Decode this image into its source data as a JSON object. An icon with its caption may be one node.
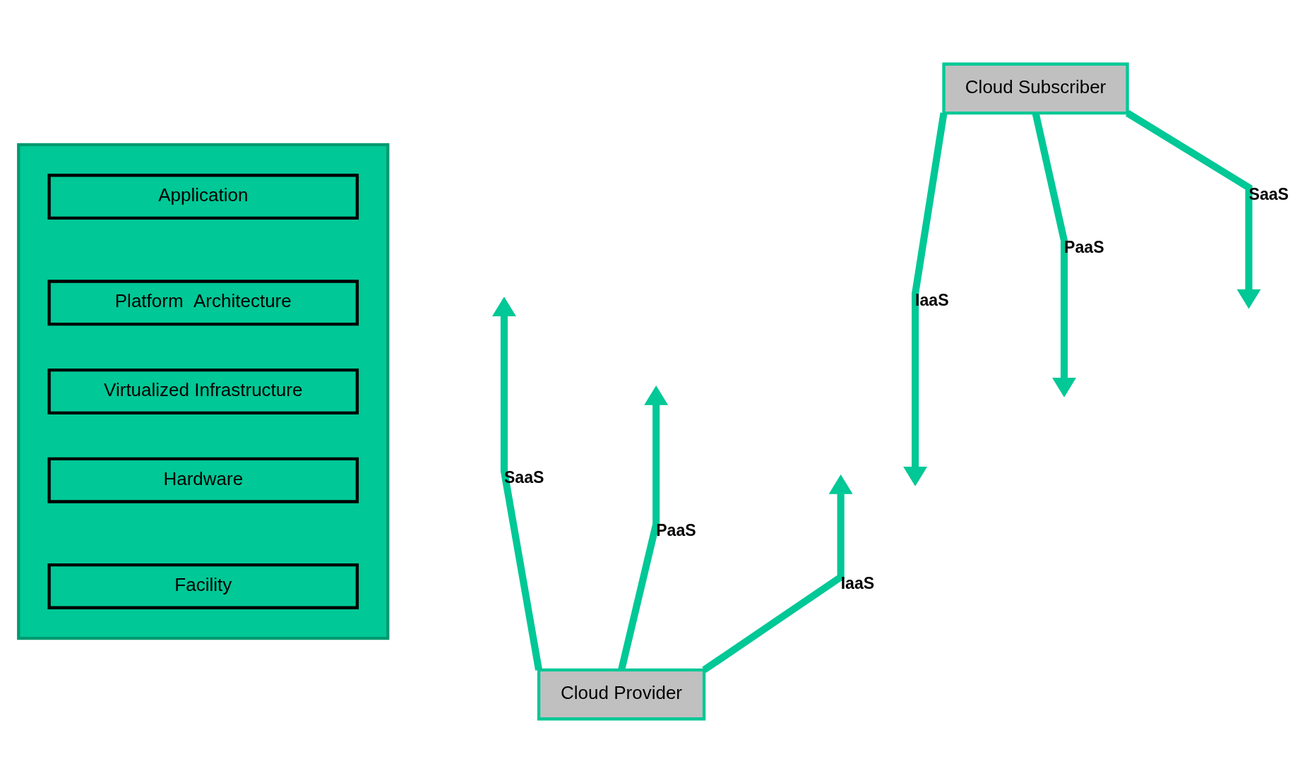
{
  "diagram": {
    "nodes": [
      {
        "text": [
          "Cloud Subscriber"
        ]
      },
      {
        "text": [],
        "shape": "box"
      },
      {
        "text": [
          "Application"
        ],
        "in": 1
      },
      {
        "text": [
          "Platform  Architecture"
        ],
        "in": 1
      },
      {
        "text": [
          "Virtualized Infrastructure"
        ],
        "in": 1
      },
      {
        "text": [
          "Hardware"
        ],
        "in": 1
      },
      {
        "text": [
          "Facility"
        ],
        "in": 1
      },
      {
        "text": [
          "Cloud Provider"
        ]
      }
    ],
    "edges": [
      {
        "from": 0,
        "to": null,
        "arrow": "to",
        "label": "IaaS"
      },
      {
        "from": 0,
        "to": null,
        "arrow": "to",
        "label": "PaaS"
      },
      {
        "from": 0,
        "to": null,
        "arrow": "to",
        "label": "SaaS"
      },
      {
        "from": 7,
        "to": null,
        "arrow": "to",
        "label": "SaaS"
      },
      {
        "from": 7,
        "to": null,
        "arrow": "to",
        "label": "PaaS"
      },
      {
        "from": 7,
        "to": null,
        "arrow": "to",
        "label": "IaaS"
      }
    ]
  }
}
